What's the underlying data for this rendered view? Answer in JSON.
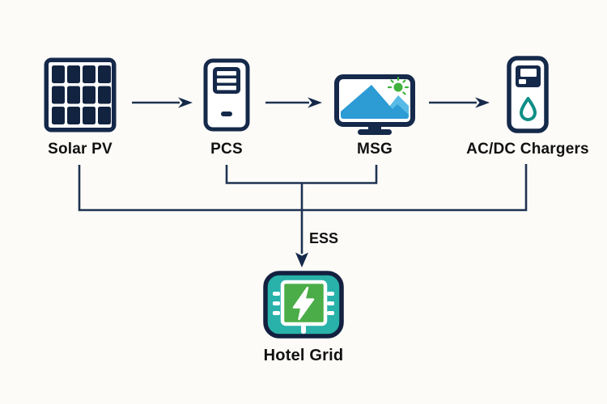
{
  "diagram": {
    "nodes": {
      "solar_pv": {
        "label": "Solar PV",
        "icon": "solar-panel-icon"
      },
      "pcs": {
        "label": "PCS",
        "icon": "server-tower-icon"
      },
      "msg": {
        "label": "MSG",
        "icon": "monitor-landscape-icon"
      },
      "acdc_chargers": {
        "label": "AC/DC Chargers",
        "icon": "ev-charging-station-icon"
      },
      "hotel_grid": {
        "label": "Hotel Grid",
        "icon": "power-chip-icon"
      }
    },
    "flow_label": "ESS",
    "edges": [
      {
        "from": "Solar PV",
        "to": "PCS"
      },
      {
        "from": "PCS",
        "to": "MSG"
      },
      {
        "from": "MSG",
        "to": "AC/DC Chargers"
      },
      {
        "from": "Solar PV + PCS + MSG + AC/DC Chargers",
        "to": "Hotel Grid",
        "label": "ESS"
      }
    ],
    "colors": {
      "background": "#fcfbf8",
      "line": "#1e3352",
      "icon_navy": "#15294a",
      "panel_cell": "#122340",
      "mountain_blue": "#2d9bd4",
      "mountain_light_blue": "#58bae6",
      "sun_green": "#3fb23c",
      "droplet_teal": "#0f8e85",
      "chip_teal": "#28b2aa",
      "chip_green": "#4bad47",
      "chip_border": "#13203f",
      "label_text": "#111111"
    }
  }
}
